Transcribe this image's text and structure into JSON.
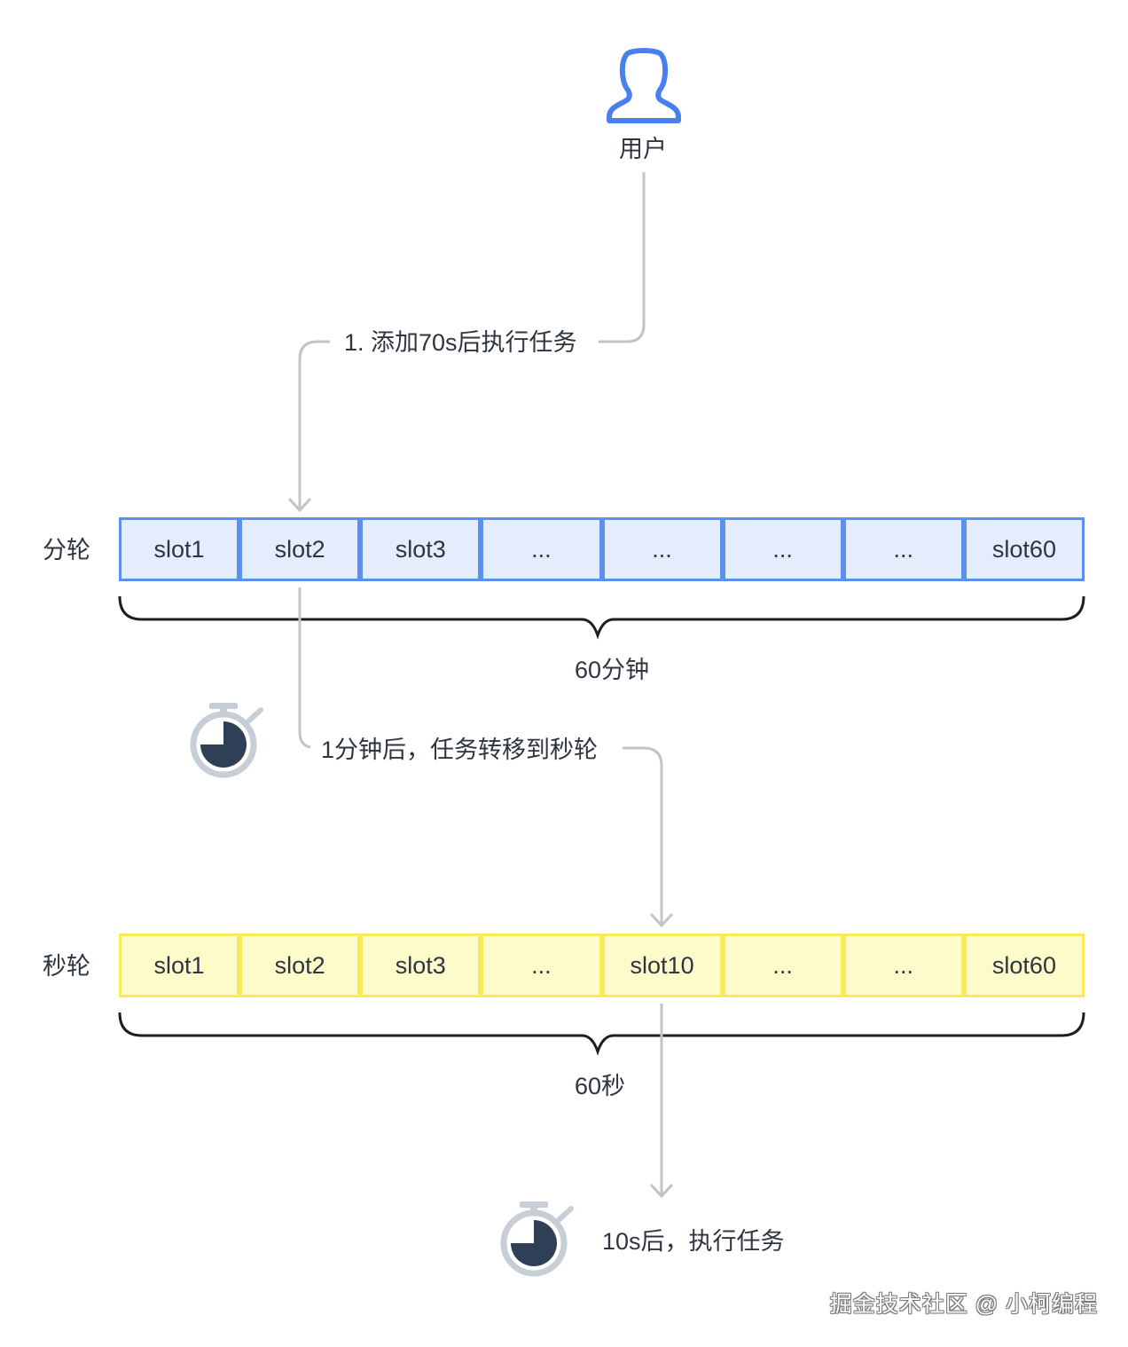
{
  "user": {
    "label": "用户",
    "icon": "user-icon",
    "icon_color": "#4a7ff0"
  },
  "steps": {
    "add_task": "1. 添加70s后执行任务",
    "transfer": "1分钟后，任务转移到秒轮",
    "execute": "10s后，执行任务"
  },
  "minute_wheel": {
    "label": "分轮",
    "span_label": "60分钟",
    "border_color": "#5b8ff0",
    "fill_color": "#e5ecfb",
    "slots": [
      "slot1",
      "slot2",
      "slot3",
      "...",
      "...",
      "...",
      "...",
      "slot60"
    ]
  },
  "second_wheel": {
    "label": "秒轮",
    "span_label": "60秒",
    "border_color": "#f7ec58",
    "fill_color": "#fdfbc9",
    "slots": [
      "slot1",
      "slot2",
      "slot3",
      "...",
      "slot10",
      "...",
      "...",
      "slot60"
    ]
  },
  "icons": {
    "timer": "stopwatch-icon"
  },
  "watermark": "掘金技术社区 @ 小柯编程"
}
